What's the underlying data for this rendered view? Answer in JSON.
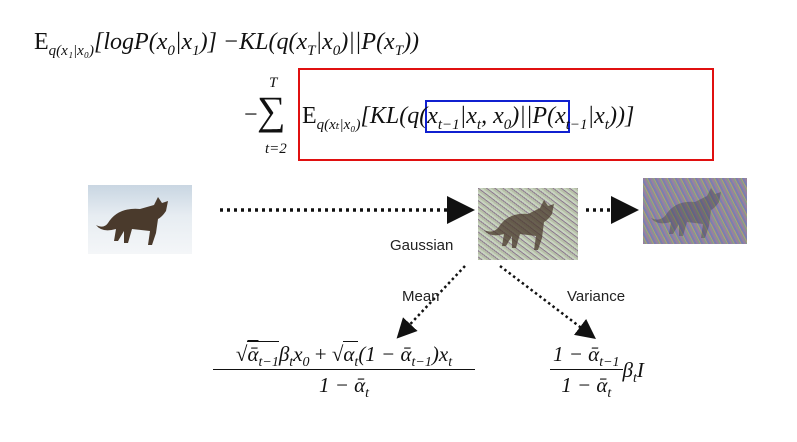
{
  "formula_line1": [
    {
      "t": "E",
      "s": "up"
    },
    {
      "t": "q(x₁|x₀)",
      "s": "sub"
    },
    {
      "t": "[logP(x",
      "s": ""
    },
    {
      "t": "0",
      "s": "sub"
    },
    {
      "t": "|x",
      "s": ""
    },
    {
      "t": "1",
      "s": "sub"
    },
    {
      "t": ")]  −KL(q(x",
      "s": ""
    },
    {
      "t": "T",
      "s": "sub"
    },
    {
      "t": "|x",
      "s": ""
    },
    {
      "t": "0",
      "s": "sub"
    },
    {
      "t": ")||P(x",
      "s": ""
    },
    {
      "t": "T",
      "s": "sub"
    },
    {
      "t": "))",
      "s": ""
    }
  ],
  "sum": {
    "minus": "−",
    "symbol": "∑",
    "upper": "T",
    "lower": "t=2"
  },
  "formula_line2": [
    {
      "t": "E",
      "s": "up"
    },
    {
      "t": "q(xₜ|x₀)",
      "s": "sub"
    },
    {
      "t": "[KL(",
      "s": ""
    },
    {
      "t": "q(x",
      "s": "hl"
    },
    {
      "t": "t−1",
      "s": "hlsub"
    },
    {
      "t": "|x",
      "s": "hl"
    },
    {
      "t": "t",
      "s": "hlsub"
    },
    {
      "t": ", x",
      "s": "hl"
    },
    {
      "t": "0",
      "s": "hlsub"
    },
    {
      "t": ")",
      "s": "hl"
    },
    {
      "t": "||P(x",
      "s": ""
    },
    {
      "t": "t−1",
      "s": "sub"
    },
    {
      "t": "|x",
      "s": ""
    },
    {
      "t": "t",
      "s": "sub"
    },
    {
      "t": "))]",
      "s": ""
    }
  ],
  "labels": {
    "gaussian": "Gaussian",
    "mean": "Mean",
    "variance": "Variance"
  },
  "mean_formula": {
    "sqrt1": "ᾱ",
    "sqrt1_sub": "t−1",
    "beta": "β",
    "beta_sub": "t",
    "x0": "x",
    "x0_sub": "0",
    "plus": " + ",
    "sqrt2": "α",
    "sqrt2_sub": "t",
    "paren": "(1 − ",
    "abar": "ᾱ",
    "abar_sub": "t−1",
    "close": ")x",
    "xt_sub": "t",
    "den": "1 − ᾱ",
    "den_sub": "t"
  },
  "variance_formula": {
    "num": "1 − ᾱ",
    "num_sub": "t−1",
    "den": "1 − ᾱ",
    "den_sub": "t",
    "beta": "β",
    "beta_sub": "t",
    "I": "I"
  },
  "colors": {
    "red_box": "#e01010",
    "blue_box": "#1020d0"
  }
}
